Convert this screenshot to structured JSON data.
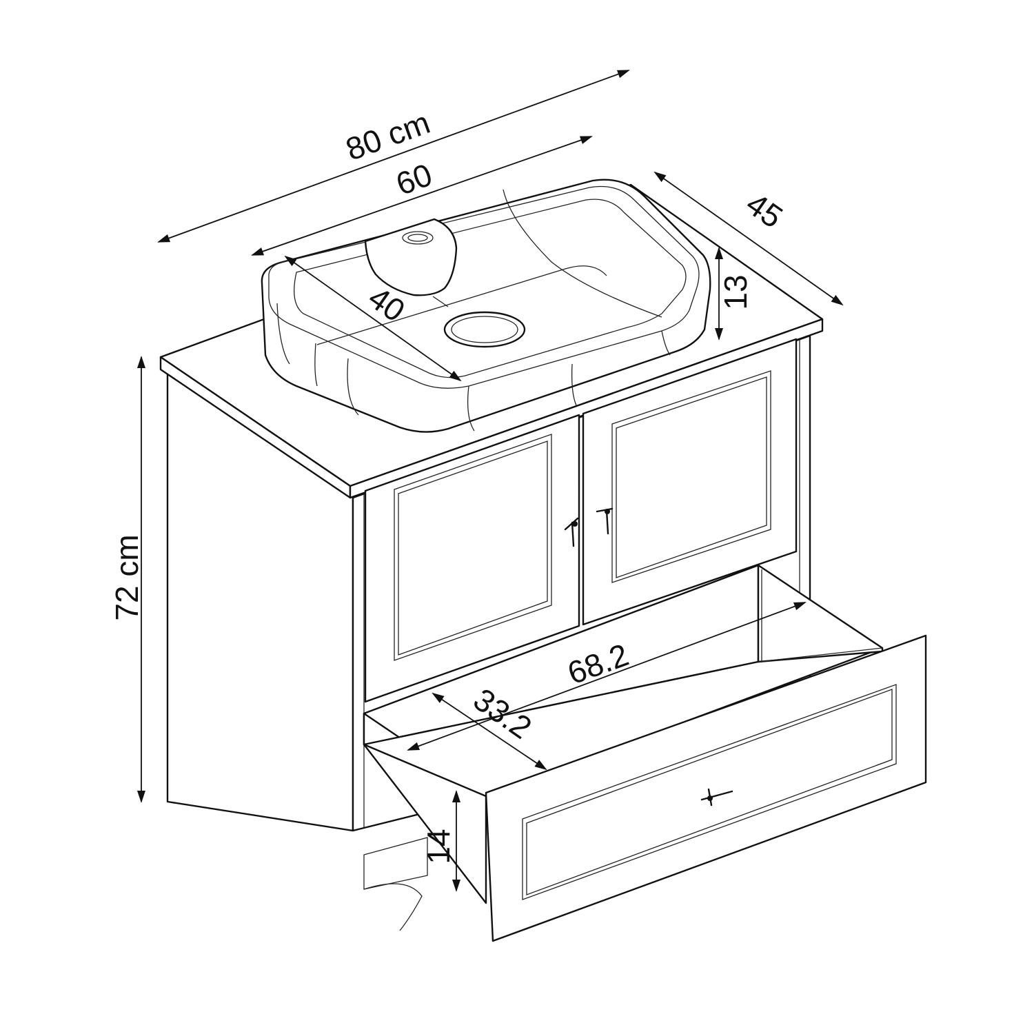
{
  "dimensions": {
    "overall_width": "80 cm",
    "basin_width": "60",
    "cabinet_depth": "45",
    "basin_height": "13",
    "basin_depth": "40",
    "cabinet_height": "72 cm",
    "drawer_inner_width": "68.2",
    "drawer_inner_depth": "33.2",
    "drawer_height": "14"
  },
  "colors": {
    "line": "#111111",
    "background": "#ffffff"
  }
}
